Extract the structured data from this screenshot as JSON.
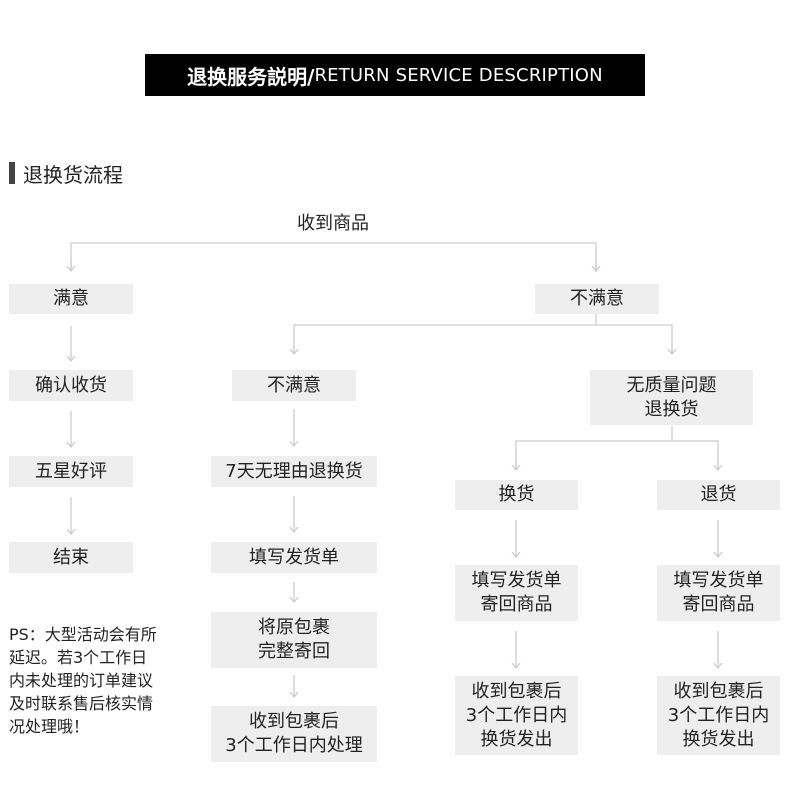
{
  "header": {
    "title_cn": "退换服务説明/",
    "title_en": "RETURN SERVICE DESCRIPTION"
  },
  "section": {
    "title": "退换货流程"
  },
  "nodes": {
    "root": "收到商品",
    "satisfied": "满意",
    "confirm": "确认收货",
    "five_star": "五星好评",
    "end": "结束",
    "not_satisfied_top": "不满意",
    "not_satisfied": "不满意",
    "seven_day": "7天无理由退换货",
    "fill_slip_mid": "填写发货单",
    "repack": "将原包裹\n完整寄回",
    "process": "收到包裹后\n3个工作日内处理",
    "quality": "无质量问题\n退换货",
    "exchange": "换货",
    "return": "退货",
    "fill_slip_exchange": "填写发货单\n寄回商品",
    "fill_slip_return": "填写发货单\n寄回商品",
    "ship_exchange": "收到包裹后\n3个工作日内\n换货发出",
    "ship_return": "收到包裹后\n3个工作日内\n换货发出"
  },
  "note": "PS：大型活动会有所\n延迟。若3个工作日\n内未处理的订单建议\n及时联系售后核实情\n况处理哦！",
  "colors": {
    "banner_bg": "#000000",
    "node_bg": "#eeeeee",
    "connector": "#cccccc"
  }
}
